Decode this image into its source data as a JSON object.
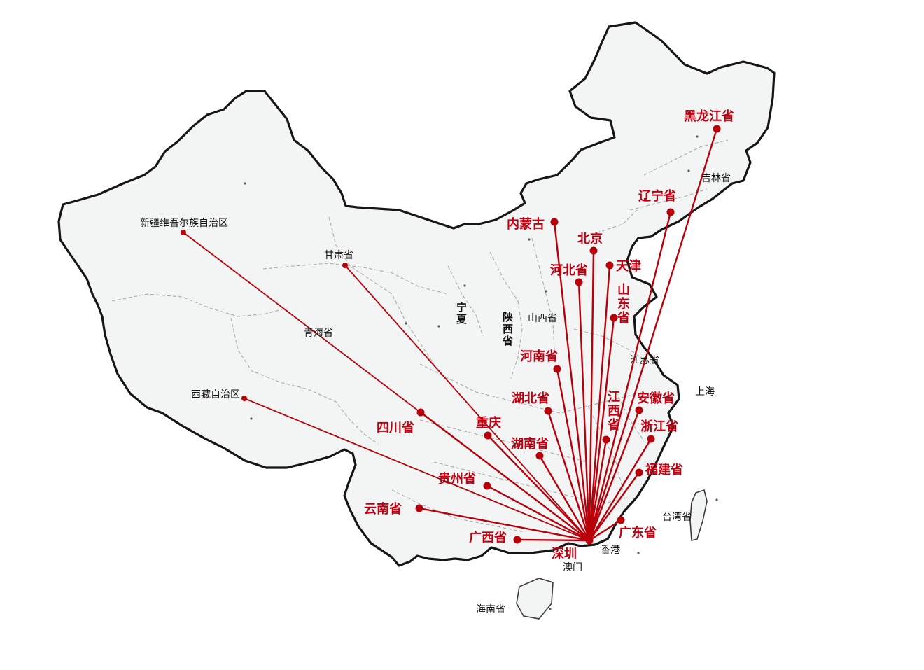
{
  "colors": {
    "route": "#b8000a",
    "label": "#c00010",
    "land": "#f3f4f4",
    "outline": "#161616"
  },
  "icons": {
    "hub_marker": "circle-dot",
    "destination_marker": "circle-dot"
  },
  "hub": {
    "name": "深圳"
  },
  "destinations": [
    {
      "id": "heilongjiang",
      "name": "黑龙江省"
    },
    {
      "id": "liaoning",
      "name": "辽宁省"
    },
    {
      "id": "neimenggu",
      "name": "内蒙古"
    },
    {
      "id": "beijing",
      "name": "北京"
    },
    {
      "id": "tianjin",
      "name": "天津"
    },
    {
      "id": "hebei",
      "name": "河北省"
    },
    {
      "id": "shandong",
      "name": "山东省"
    },
    {
      "id": "henan",
      "name": "河南省"
    },
    {
      "id": "hubei",
      "name": "湖北省"
    },
    {
      "id": "jiangxi",
      "name": "江西省"
    },
    {
      "id": "anhui",
      "name": "安徽省"
    },
    {
      "id": "zhejiang",
      "name": "浙江省"
    },
    {
      "id": "fujian",
      "name": "福建省"
    },
    {
      "id": "guangdong",
      "name": "广东省"
    },
    {
      "id": "guangxi",
      "name": "广西省"
    },
    {
      "id": "yunnan",
      "name": "云南省"
    },
    {
      "id": "guizhou",
      "name": "贵州省"
    },
    {
      "id": "chongqing",
      "name": "重庆"
    },
    {
      "id": "hunan",
      "name": "湖南省"
    },
    {
      "id": "sichuan",
      "name": "四川省"
    },
    {
      "id": "xinjiang",
      "name": "新疆维吾尔族自治区"
    },
    {
      "id": "gansu",
      "name": "甘肃省"
    },
    {
      "id": "xizang",
      "name": "西藏自治区"
    }
  ],
  "other_labels": [
    {
      "id": "jilin",
      "name": "吉林省"
    },
    {
      "id": "qinghai",
      "name": "青海省"
    },
    {
      "id": "ningxia",
      "name": "宁夏"
    },
    {
      "id": "shaanxi",
      "name": "陕西省"
    },
    {
      "id": "shanxi",
      "name": "山西省"
    },
    {
      "id": "jiangsu",
      "name": "江苏省"
    },
    {
      "id": "shanghai",
      "name": "上海"
    },
    {
      "id": "taiwan",
      "name": "台湾省"
    },
    {
      "id": "xianggang",
      "name": "香港"
    },
    {
      "id": "aomen",
      "name": "澳门"
    },
    {
      "id": "hainan",
      "name": "海南省"
    }
  ]
}
